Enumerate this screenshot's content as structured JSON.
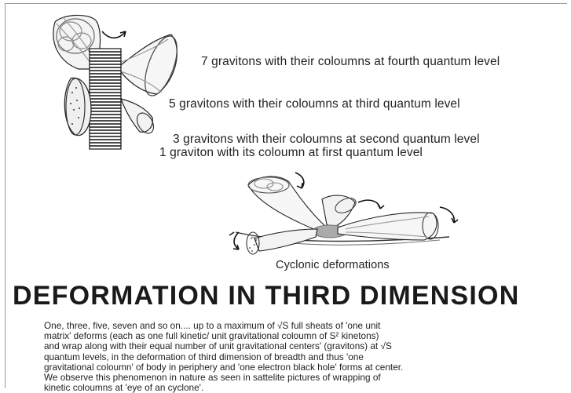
{
  "labels": {
    "seven": "7 gravitons with their coloumns at fourth quantum level",
    "five": "5 gravitons with their coloumns at  third quantum level",
    "three": "3 gravitons with their coloumns at second quantum level",
    "one": "1 graviton with its coloumn at first quantum level",
    "cyclonic": "Cyclonic deformations"
  },
  "heading": "DEFORMATION IN THIRD DIMENSION",
  "paragraph": [
    "One, three, five, seven and so on.... up to a maximum of √S full sheats of  'one  unit",
    "matrix'  deforms (each  as one full kinetic/ unit gravitational coloumn of S² kinetons)",
    "and wrap along with their equal number of unit gravitational centers' (gravitons) at √S",
    "quantum levels, in the deformation of third dimension of breadth and thus  'one",
    "gravitational coloumn' of body in periphery and 'one electron black hole' forms at center.",
    "We observe this phenomenon in nature as seen in sattelite pictures of wrapping of",
    "kinetic coloumns at 'eye of an cyclone'."
  ]
}
